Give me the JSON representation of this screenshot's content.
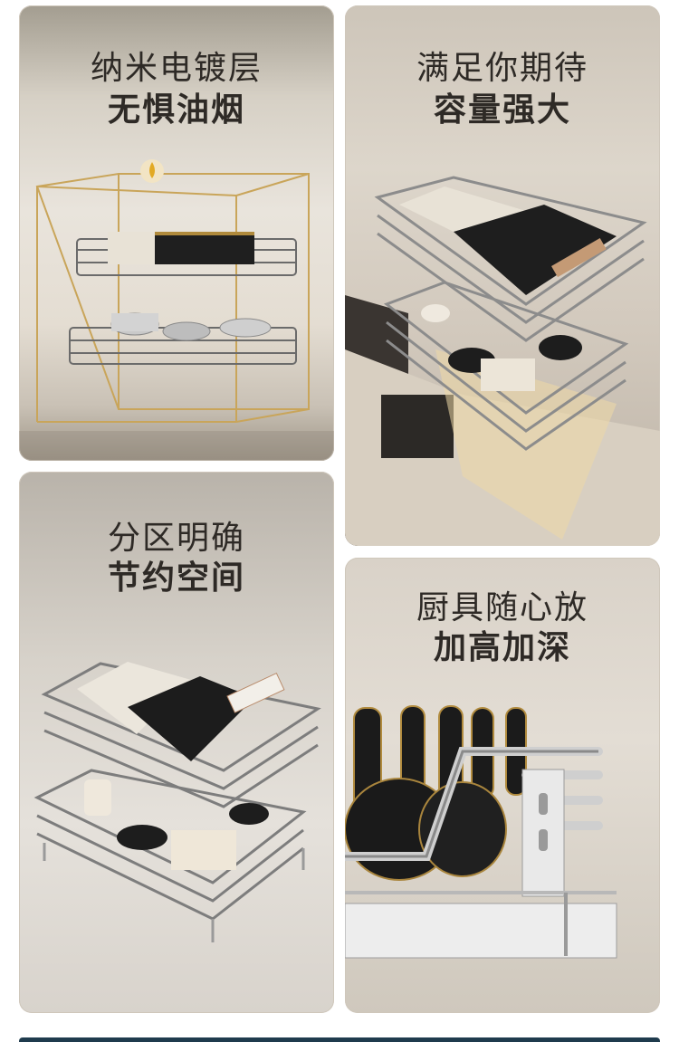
{
  "panels": [
    {
      "line1": "纳米电镀层",
      "line2": "无惧油烟"
    },
    {
      "line1": "满足你期待",
      "line2": "容量强大"
    },
    {
      "line1": "分区明确",
      "line2": "节约空间"
    },
    {
      "line1": "厨具随心放",
      "line2": "加高加深"
    }
  ]
}
